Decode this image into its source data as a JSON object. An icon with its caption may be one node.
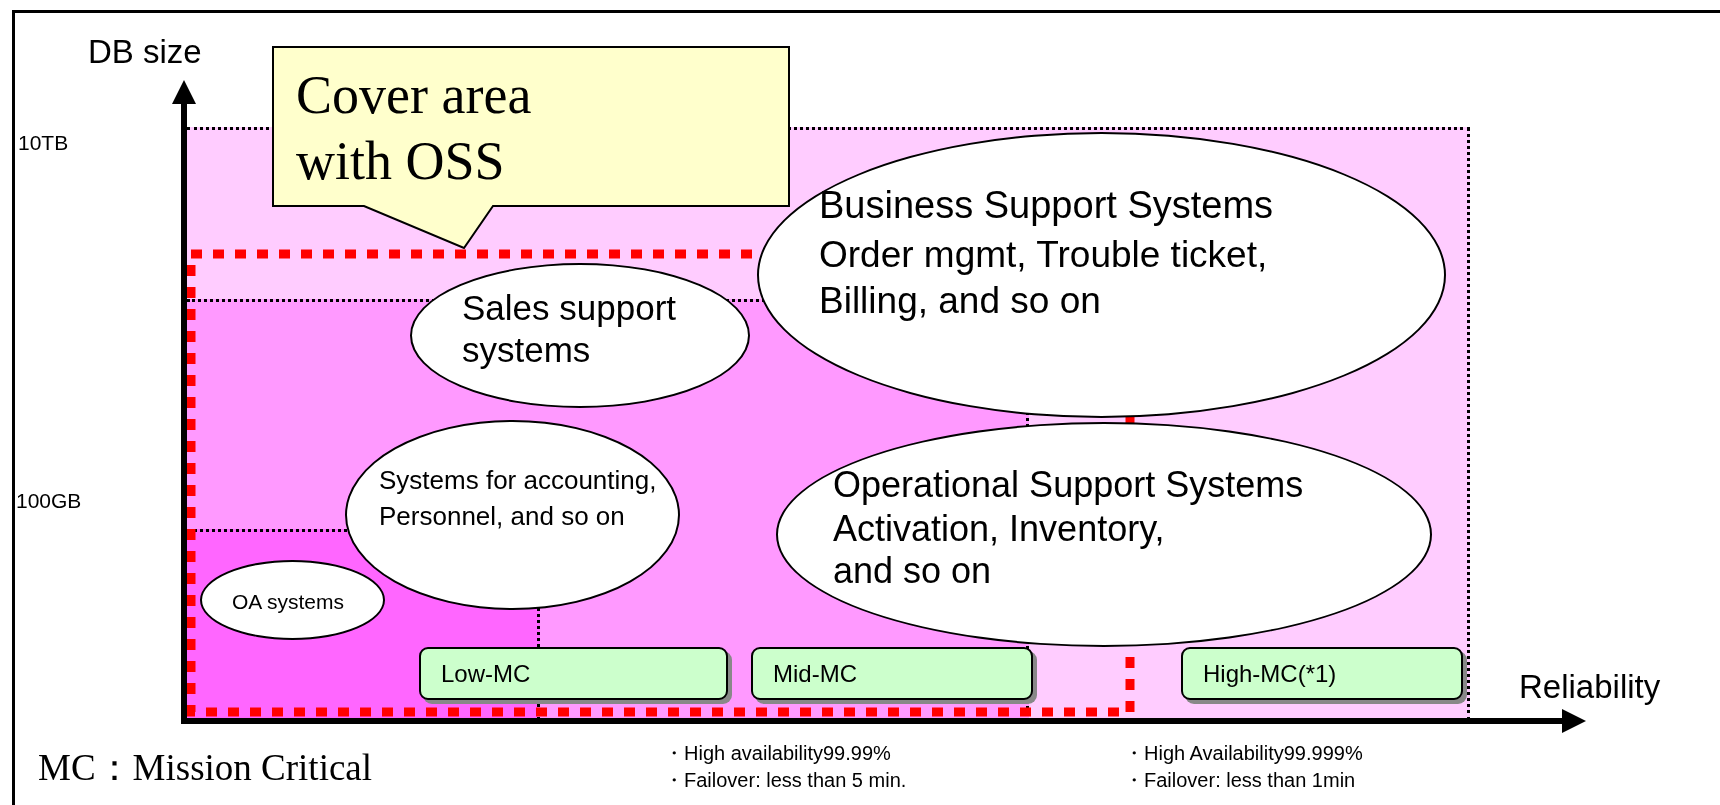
{
  "diagram": {
    "nodes": [
      {
        "text": [
          "Cover area with OSS"
        ]
      },
      {
        "text": [
          "Sales support systems"
        ]
      },
      {
        "text": [
          "Business Support Systems",
          "Order mgmt, Trouble ticket, Billing, and so on"
        ]
      },
      {
        "text": [
          "Operational Support Systems",
          "Activation, Inventory, and so on"
        ]
      },
      {
        "text": [
          "Systems for accounting, Personnel, and so on"
        ]
      },
      {
        "text": [
          "OA systems"
        ]
      },
      {
        "text": [
          "Low-MC"
        ]
      },
      {
        "text": [
          "Mid-MC"
        ]
      },
      {
        "text": [
          "High-MC(*1)"
        ]
      }
    ],
    "labels": [
      "DB size",
      "10TB",
      "100GB",
      "Reliability",
      "MC：Mission Critical",
      "・High availability99.99%",
      "・Failover: less than 5 min.",
      "・High Availability99.999%",
      "・Failover: less than 1min"
    ]
  }
}
